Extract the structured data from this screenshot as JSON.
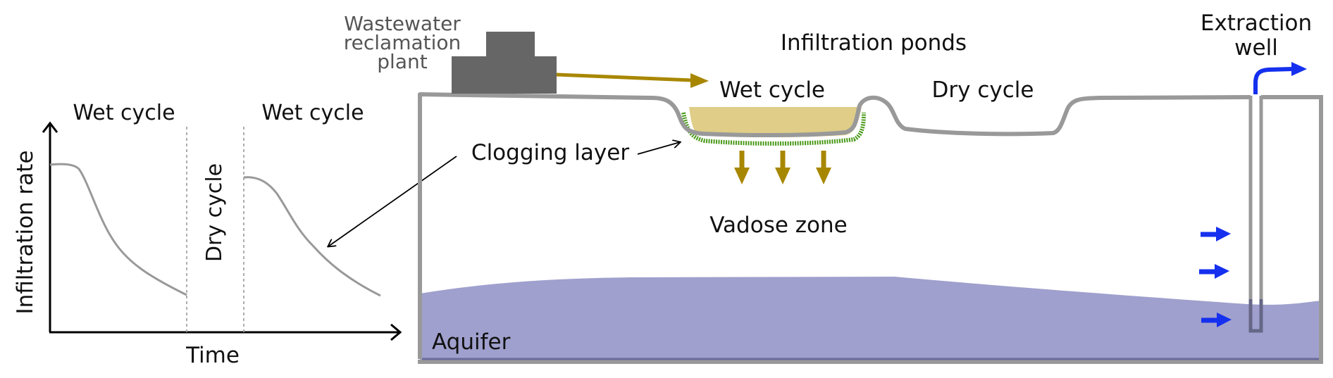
{
  "graph": {
    "y_axis_label": "Infiltration rate",
    "x_axis_label": "Time",
    "cycle_labels": [
      "Wet cycle",
      "Dry cycle",
      "Wet cycle"
    ],
    "curve_color": "#999999",
    "axis_color": "#000000"
  },
  "diagram": {
    "plant_label_lines": [
      "Wastewater",
      "reclamation",
      "plant"
    ],
    "ponds_title": "Infiltration ponds",
    "wet_pond_label": "Wet cycle",
    "dry_pond_label": "Dry cycle",
    "clogging_label": "Clogging layer",
    "vadose_label": "Vadose zone",
    "aquifer_label": "Aquifer",
    "well_label_lines": [
      "Extraction",
      "well"
    ]
  },
  "colors": {
    "ground_outline": "#999999",
    "plant": "#666666",
    "water_flow": "#a88700",
    "pond_water": "#dfcd88",
    "clogging": "#4a9a1a",
    "aquifer": "#a0a0ce",
    "extraction_flow": "#1530ee"
  }
}
